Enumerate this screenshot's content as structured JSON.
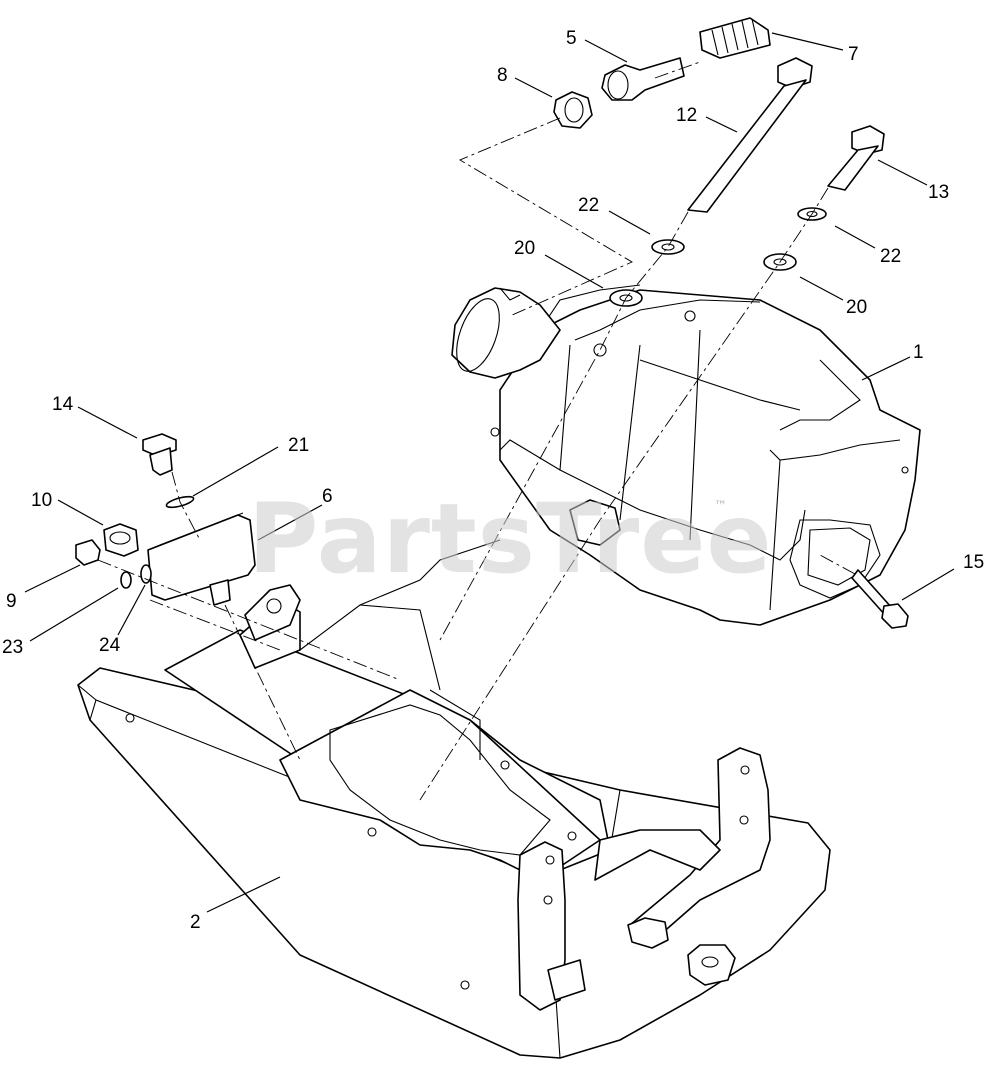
{
  "watermark": {
    "text": "PartsTree",
    "trademark": "™"
  },
  "callouts": [
    {
      "id": "c1",
      "label": "1"
    },
    {
      "id": "c2",
      "label": "2"
    },
    {
      "id": "c5",
      "label": "5"
    },
    {
      "id": "c6",
      "label": "6"
    },
    {
      "id": "c7",
      "label": "7"
    },
    {
      "id": "c8",
      "label": "8"
    },
    {
      "id": "c9",
      "label": "9"
    },
    {
      "id": "c10",
      "label": "10"
    },
    {
      "id": "c12",
      "label": "12"
    },
    {
      "id": "c13",
      "label": "13"
    },
    {
      "id": "c14",
      "label": "14"
    },
    {
      "id": "c15",
      "label": "15"
    },
    {
      "id": "c20a",
      "label": "20"
    },
    {
      "id": "c20b",
      "label": "20"
    },
    {
      "id": "c21",
      "label": "21"
    },
    {
      "id": "c22a",
      "label": "22"
    },
    {
      "id": "c22b",
      "label": "22"
    },
    {
      "id": "c23",
      "label": "23"
    },
    {
      "id": "c24",
      "label": "24"
    }
  ]
}
